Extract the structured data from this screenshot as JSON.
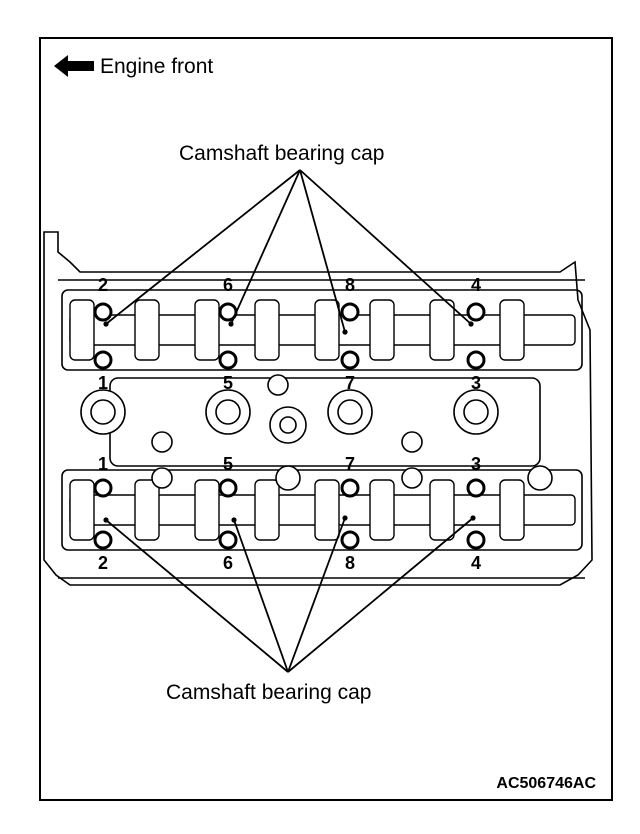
{
  "engine_front_label": "Engine front",
  "callout_top": "Camshaft bearing cap",
  "callout_bottom": "Camshaft bearing cap",
  "figure_code": "AC506746AC",
  "bolt_numbers": {
    "upper_top": [
      "2",
      "6",
      "8",
      "4"
    ],
    "upper_bottom": [
      "1",
      "5",
      "7",
      "3"
    ],
    "lower_top": [
      "1",
      "5",
      "7",
      "3"
    ],
    "lower_bottom": [
      "2",
      "6",
      "8",
      "4"
    ]
  }
}
